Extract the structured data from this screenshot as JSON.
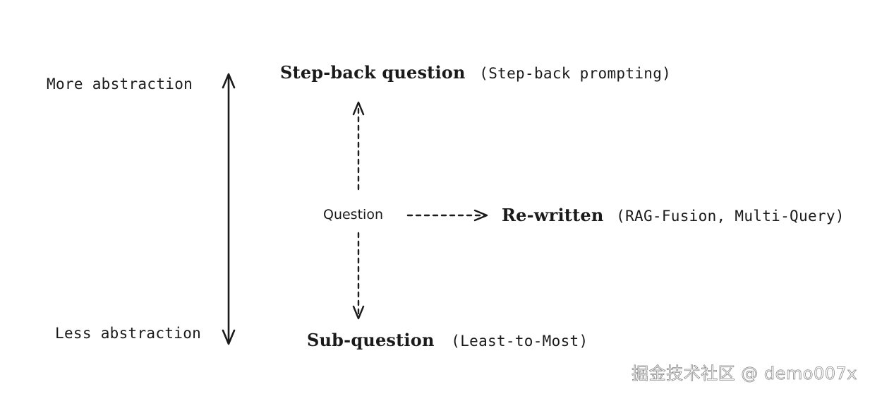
{
  "axis": {
    "top_label": "More abstraction",
    "bottom_label": "Less abstraction"
  },
  "nodes": {
    "step_back": {
      "name": "Step-back question",
      "method": "(Step-back prompting)"
    },
    "question": {
      "name": "Question"
    },
    "rewritten": {
      "name": "Re-written",
      "method": "(RAG-Fusion, Multi-Query)"
    },
    "sub_question": {
      "name": "Sub-question",
      "method": "(Least-to-Most)"
    }
  },
  "watermark": "掘金技术社区 @ demo007x",
  "colors": {
    "ink": "#1a1a1a",
    "background": "#ffffff"
  }
}
